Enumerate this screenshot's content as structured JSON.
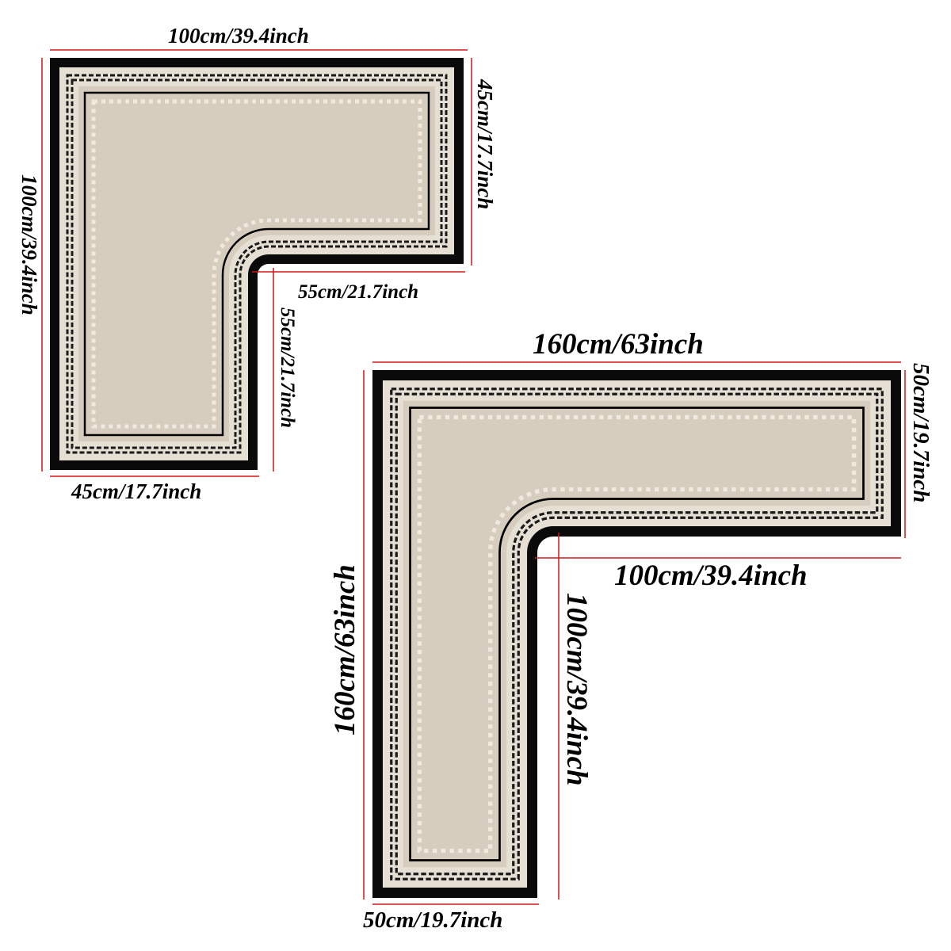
{
  "colors": {
    "rug_border": "#0a0a0a",
    "rug_band": "#e6dfd3",
    "rug_field": "#d6cdbf",
    "dash": "#1a1a1a",
    "dot": "#efe9df",
    "dimension_line": "#d01818"
  },
  "small_rug": {
    "top_width": "100cm/39.4inch",
    "left_height": "100cm/39.4inch",
    "right_arm_depth": "45cm/17.7inch",
    "inner_horizontal": "55cm/21.7inch",
    "inner_vertical": "55cm/21.7inch",
    "bottom_width": "45cm/17.7inch"
  },
  "large_rug": {
    "top_width": "160cm/63inch",
    "right_arm_depth": "50cm/19.7inch",
    "left_height": "160cm/63inch",
    "inner_horizontal": "100cm/39.4inch",
    "inner_vertical": "100cm/39.4inch",
    "bottom_width": "50cm/19.7inch"
  }
}
